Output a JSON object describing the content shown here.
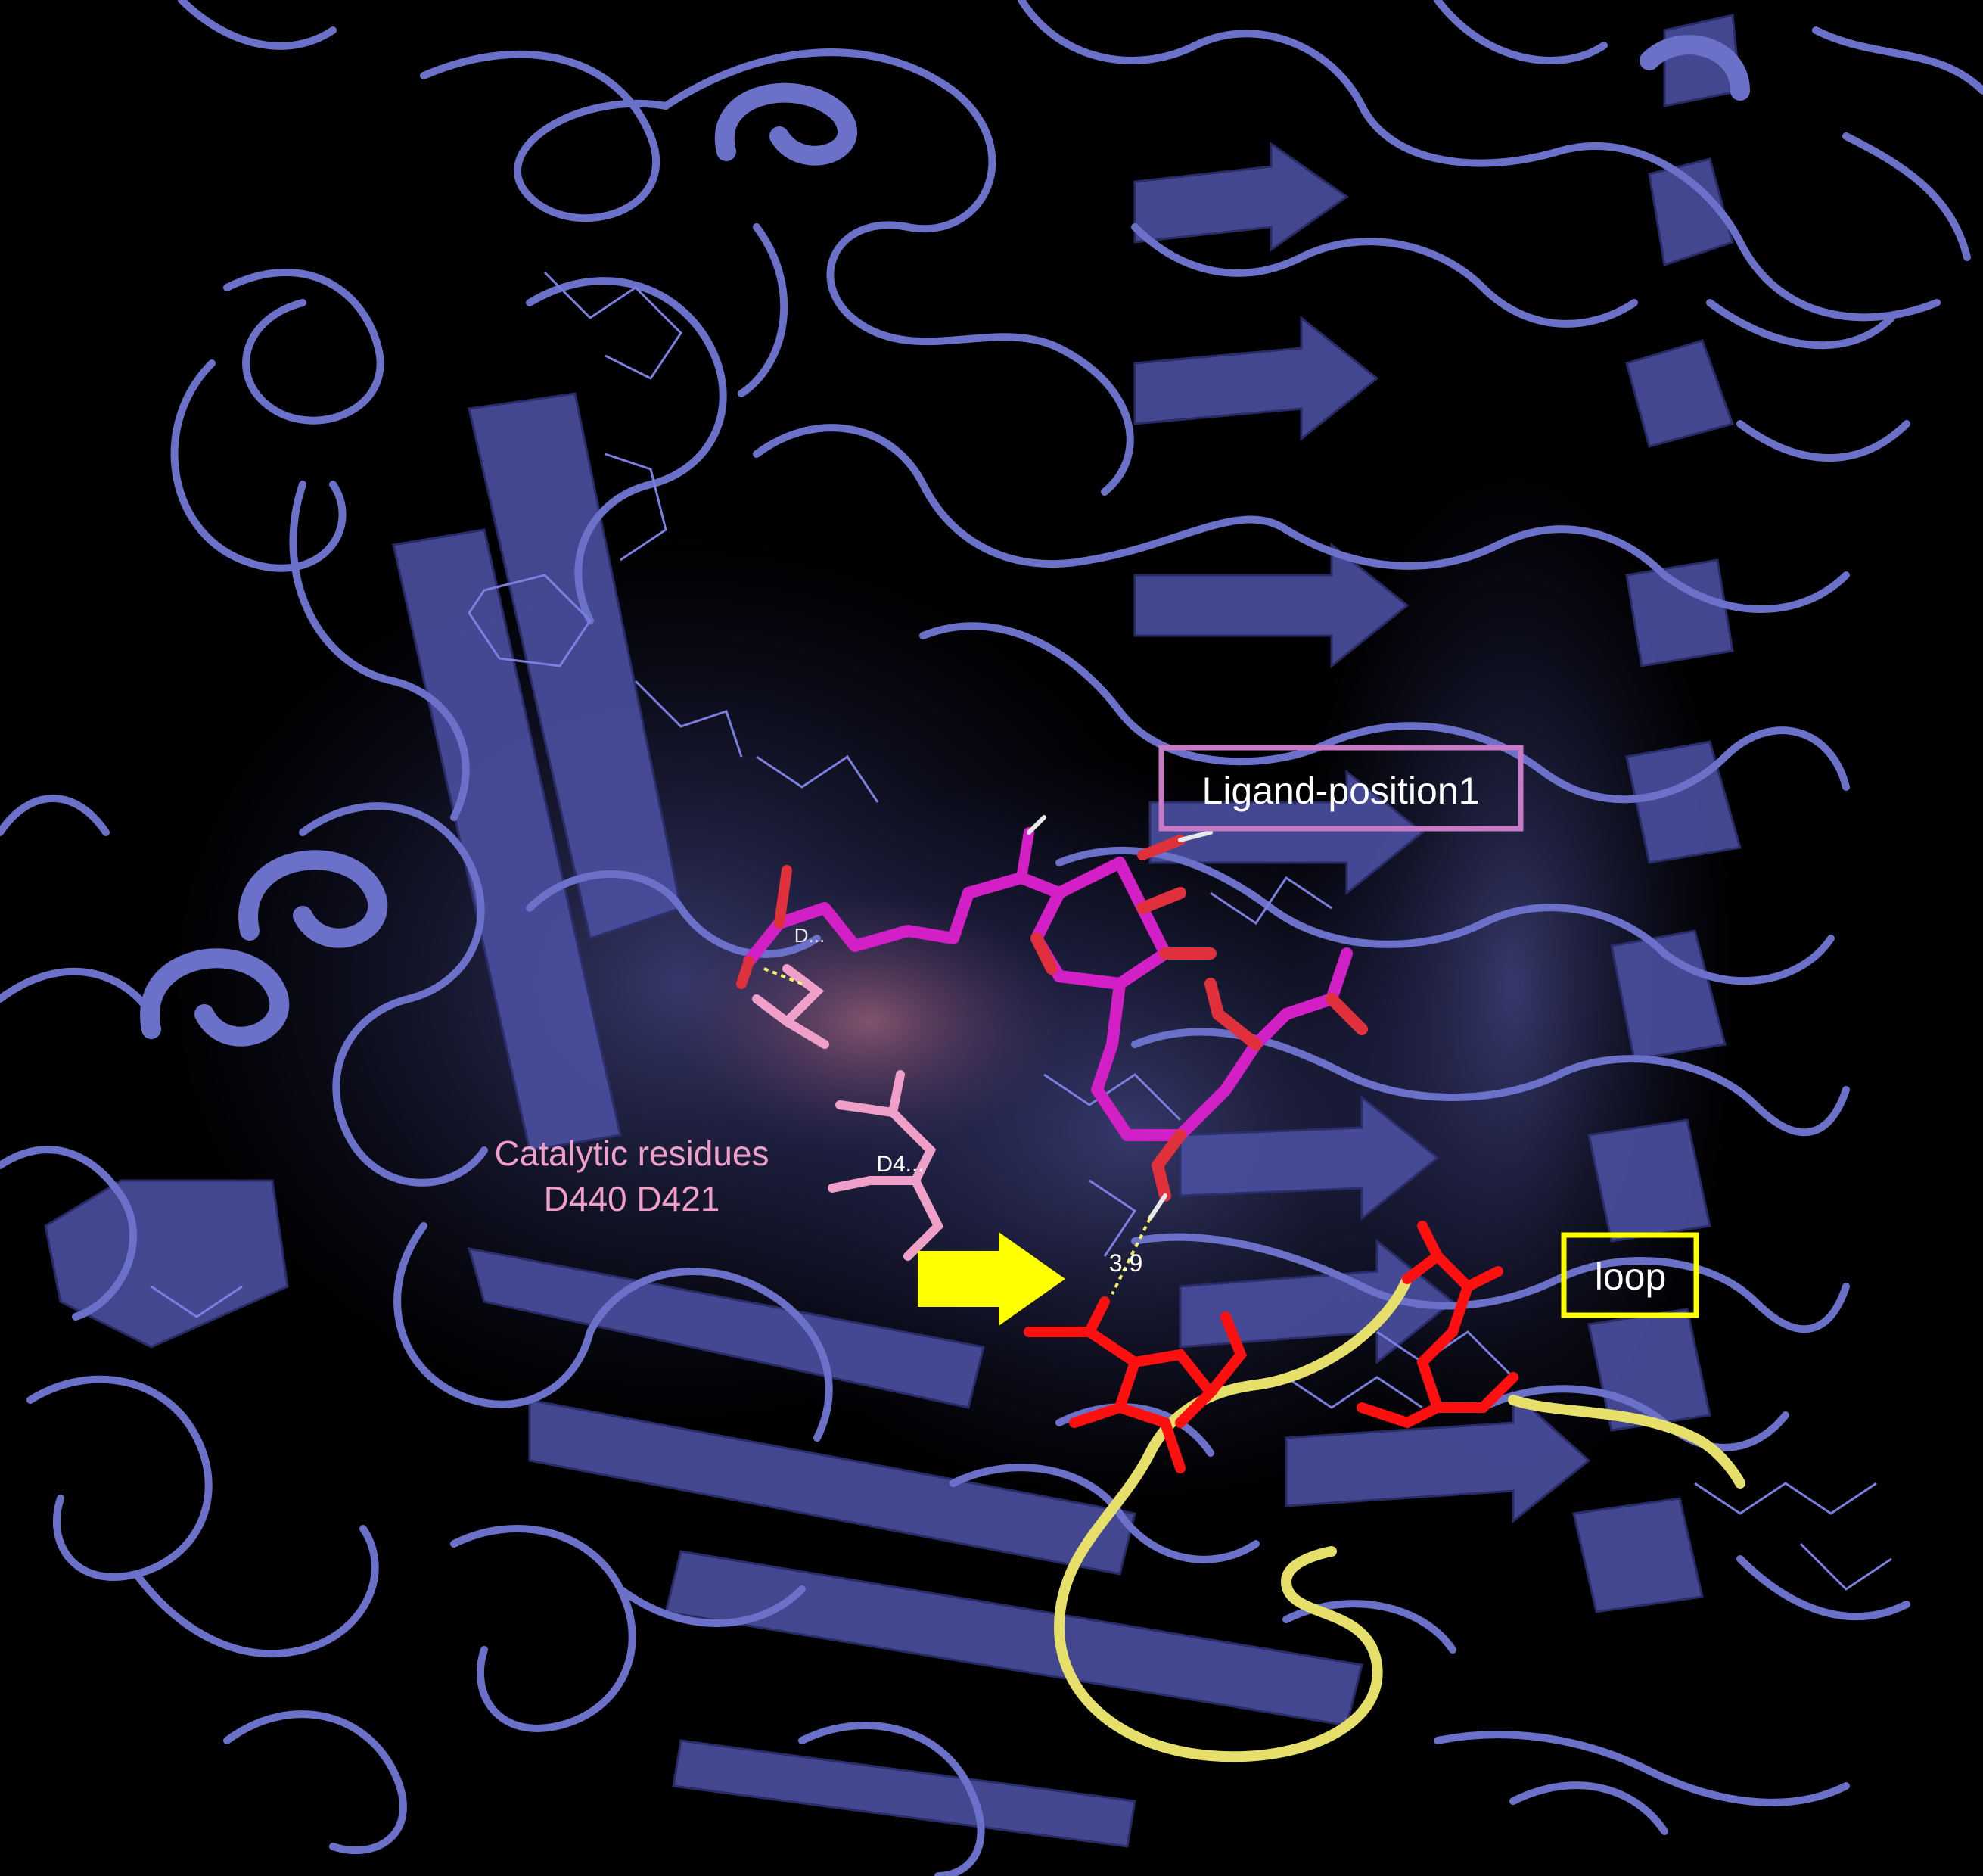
{
  "labels": {
    "ligand_box": "Ligand-position1",
    "catalytic_line1": "Catalytic residues",
    "catalytic_line2": "D440 D421",
    "loop_box": "loop",
    "distance": "3.9",
    "residue_tag": "D4...",
    "residue_tag_small": "D..."
  },
  "colors": {
    "background": "#000000",
    "protein": "#6b70c8",
    "protein_dark": "#3a3d86",
    "ligand": "#d21fc6",
    "catalytic": "#f0a0c8",
    "loop": "#e6df6a",
    "loop_residue": "#ff1010",
    "arrow": "#ffff00",
    "ligand_box_border": "#c87ac6",
    "loop_box_border": "#ffff00",
    "text": "#ffffff"
  },
  "icons": {
    "arrow": "right-arrow-icon"
  }
}
